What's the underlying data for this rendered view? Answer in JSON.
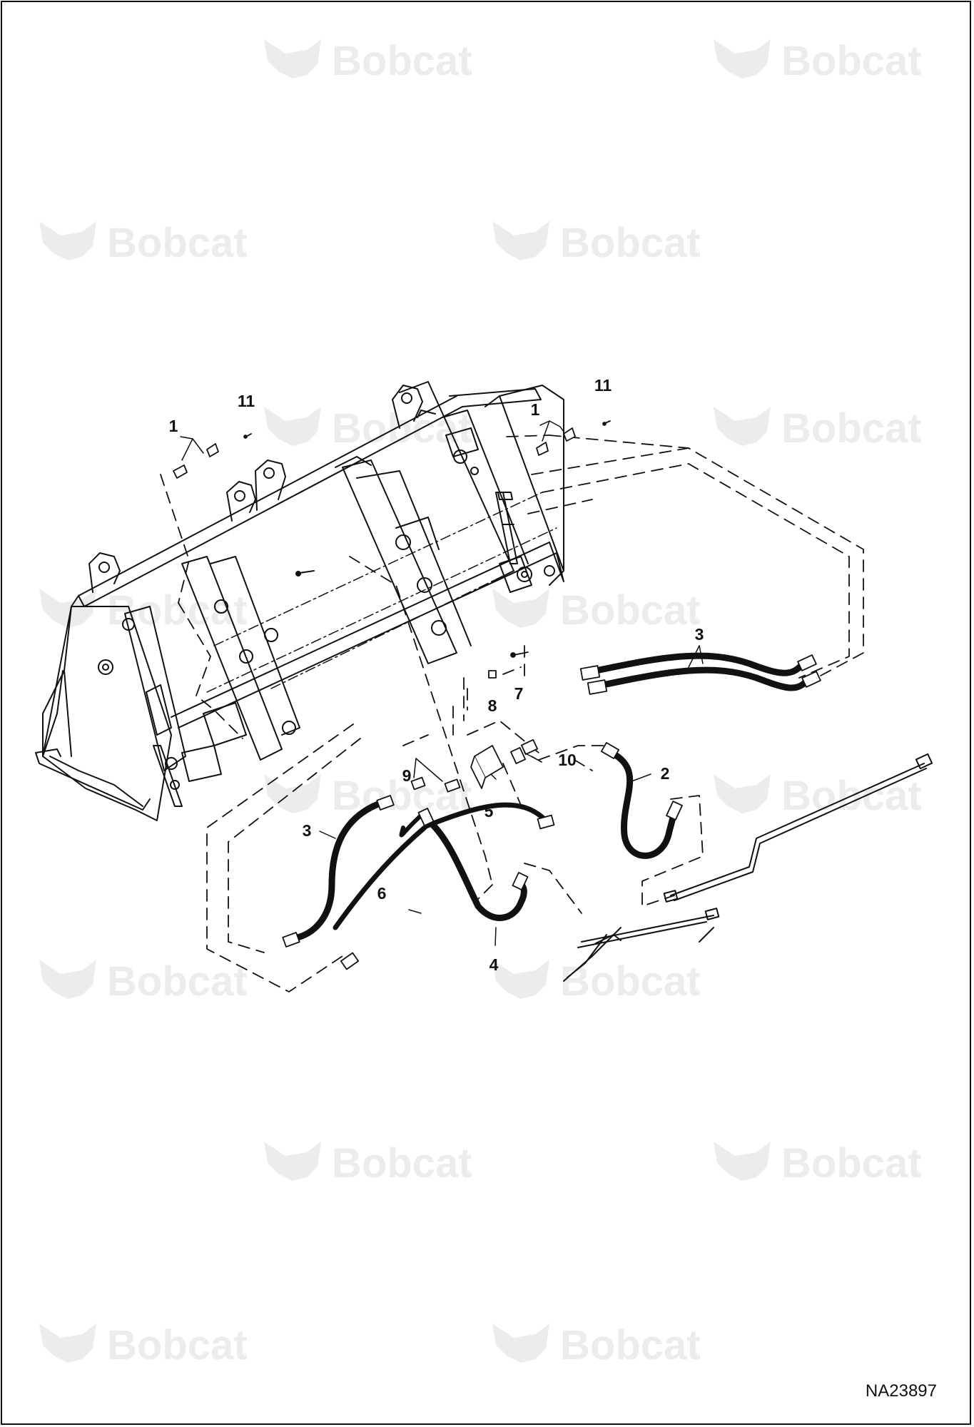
{
  "drawing_number": "NA23897",
  "watermark": {
    "text": "Bobcat",
    "reg": "®"
  },
  "callouts": [
    "1",
    "11",
    "1",
    "11",
    "3",
    "8",
    "7",
    "10",
    "9",
    "5",
    "2",
    "3",
    "6",
    "4"
  ],
  "colors": {
    "line": "#111111",
    "hose": "#111111",
    "watermark": "#ececec",
    "background": "#ffffff"
  }
}
